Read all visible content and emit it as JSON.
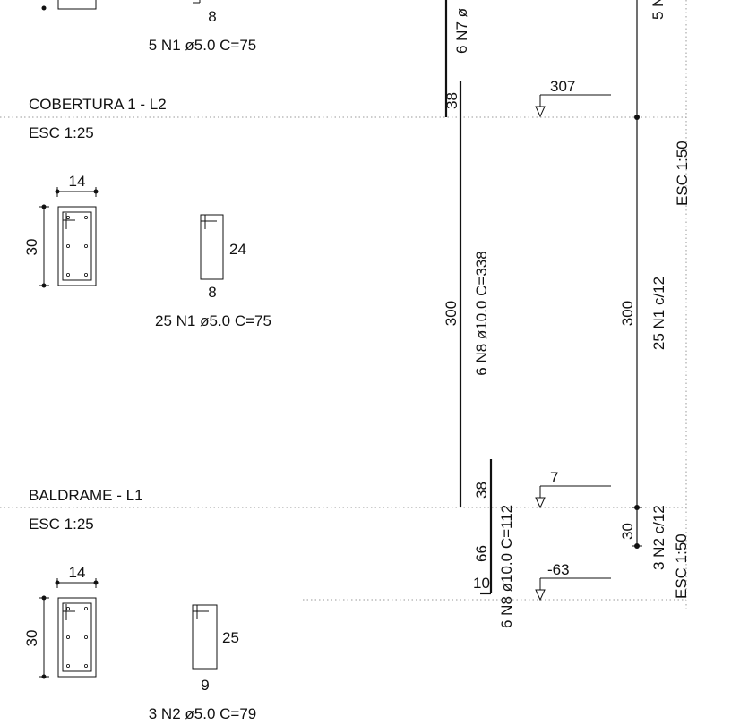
{
  "drawing": {
    "colors": {
      "ink": "#111111",
      "guide": "#999999",
      "paper": "#ffffff"
    },
    "top_section": {
      "stirrup_bottom_dim": "8",
      "stirrup_caption": "5 N1 ø5.0 C=75"
    },
    "level_l2": {
      "name": "COBERTURA 1 - L2",
      "scale": "ESC 1:25",
      "elevation": "307",
      "section_width": "14",
      "section_height": "30",
      "stirrup_height": "24",
      "stirrup_width": "8",
      "stirrup_caption": "25 N1 ø5.0 C=75"
    },
    "level_l1": {
      "name": "BALDRAME - L1",
      "scale": "ESC 1:25",
      "elevation": "7",
      "section_width": "14",
      "section_height": "30",
      "stirrup_height": "25",
      "stirrup_width": "9",
      "stirrup_caption": "3 N2 ø5.0 C=79"
    },
    "footing_level": {
      "elevation": "-63"
    },
    "longitudinal": {
      "top_bar_label": "6 N7 ø",
      "splice_top": "38",
      "main_length": "300",
      "main_bar_label": "6 N8 ø10.0 C=338",
      "splice_bottom": "38",
      "anchorage": "66",
      "hook": "10",
      "starter_bar_label": "6 N8 ø10.0 C=112"
    },
    "stirrup_elevation": {
      "top_label": "5 N",
      "upper_scale": "ESC 1:50",
      "span_length": "300",
      "span_label": "25 N1 c/12",
      "base_length": "30",
      "base_label": "3 N2 c/12",
      "lower_scale": "ESC 1:50"
    }
  }
}
